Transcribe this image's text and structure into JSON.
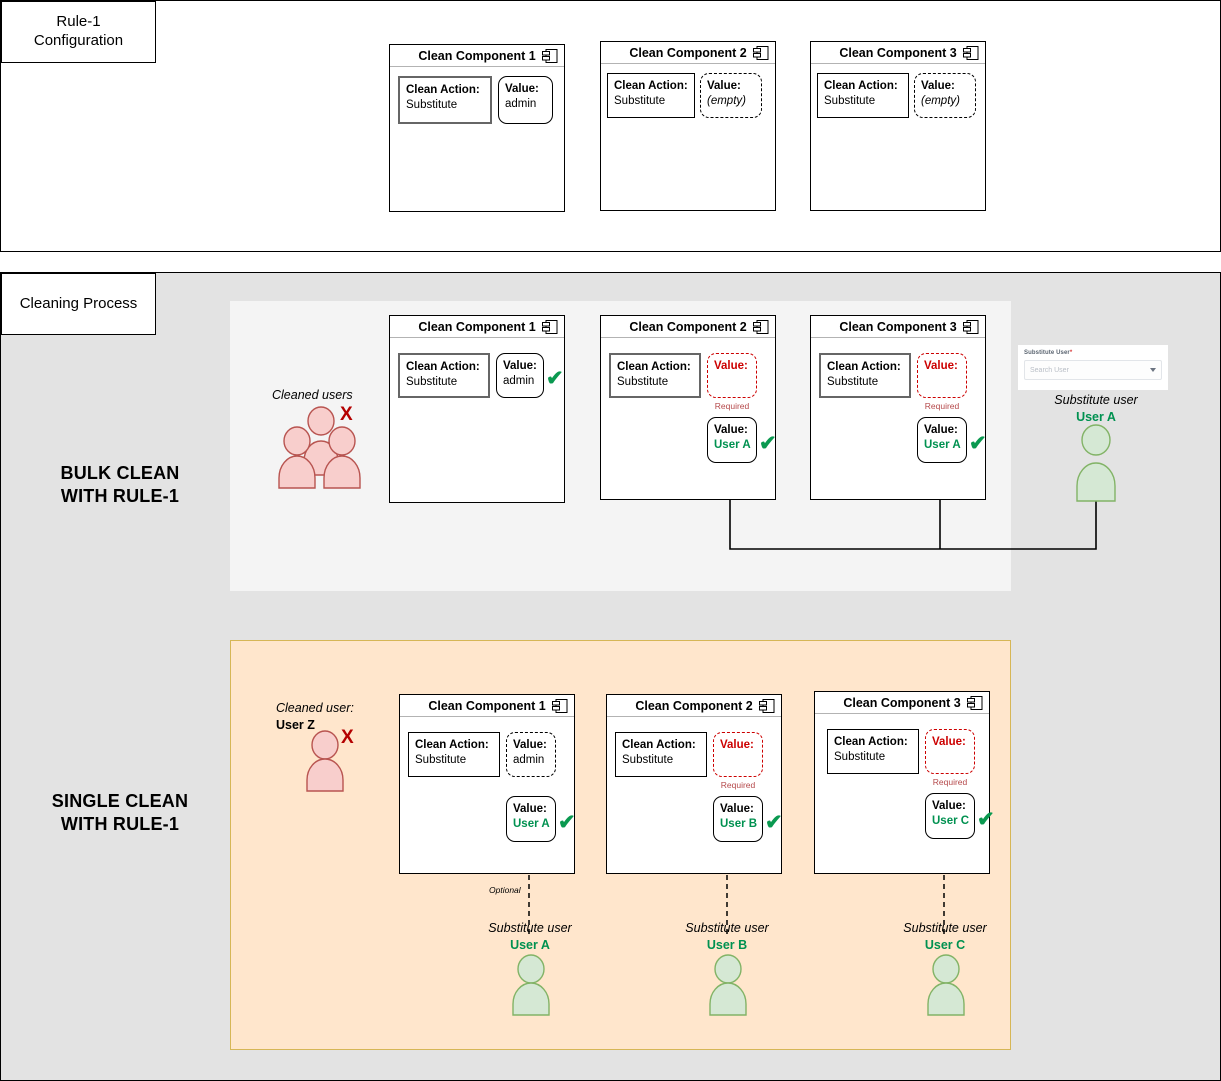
{
  "config_section": {
    "corner_label": "Rule-1\nConfiguration",
    "components": [
      {
        "title": "Clean Component 1",
        "action_label": "Clean Action:",
        "action_value": "Substitute",
        "value_label": "Value:",
        "value_value": "admin",
        "value_style": "solid"
      },
      {
        "title": "Clean Component 2",
        "action_label": "Clean Action:",
        "action_value": "Substitute",
        "value_label": "Value:",
        "value_value": "(empty)",
        "value_style": "dashed"
      },
      {
        "title": "Clean Component 3",
        "action_label": "Clean Action:",
        "action_value": "Substitute",
        "value_label": "Value:",
        "value_value": "(empty)",
        "value_style": "dashed"
      }
    ]
  },
  "process_section": {
    "corner_label": "Cleaning Process",
    "bulk": {
      "title": "BULK CLEAN\nWITH RULE-1",
      "cleaned_caption": "Cleaned users",
      "x_mark": "X",
      "components": [
        {
          "title": "Clean Component 1",
          "action_label": "Clean Action:",
          "action_value": "Substitute",
          "value_label": "Value:",
          "value_value": "admin",
          "check": "✔"
        },
        {
          "title": "Clean Component 2",
          "action_label": "Clean Action:",
          "action_value": "Substitute",
          "required_label": "Value:",
          "required_note": "Required",
          "resolved_label": "Value:",
          "resolved_value": "User A",
          "check": "✔"
        },
        {
          "title": "Clean Component 3",
          "action_label": "Clean Action:",
          "action_value": "Substitute",
          "required_label": "Value:",
          "required_note": "Required",
          "resolved_label": "Value:",
          "resolved_value": "User A",
          "check": "✔"
        }
      ],
      "selector": {
        "label": "Substitute User",
        "required_star": "*",
        "placeholder": "Search User"
      },
      "substitute_caption": "Substitute user",
      "substitute_name": "User A"
    },
    "single": {
      "title": "SINGLE CLEAN\nWITH RULE-1",
      "cleaned_caption": "Cleaned user:",
      "cleaned_name": "User Z",
      "x_mark": "X",
      "optional_note": "Optional",
      "components": [
        {
          "title": "Clean Component 1",
          "action_label": "Clean Action:",
          "action_value": "Substitute",
          "value_label": "Value:",
          "value_value": "admin",
          "resolved_label": "Value:",
          "resolved_value": "User A",
          "check": "✔"
        },
        {
          "title": "Clean Component 2",
          "action_label": "Clean Action:",
          "action_value": "Substitute",
          "required_label": "Value:",
          "required_note": "Required",
          "resolved_label": "Value:",
          "resolved_value": "User B",
          "check": "✔"
        },
        {
          "title": "Clean Component 3",
          "action_label": "Clean Action:",
          "action_value": "Substitute",
          "required_label": "Value:",
          "required_note": "Required",
          "resolved_label": "Value:",
          "resolved_value": "User C",
          "check": "✔"
        }
      ],
      "substitutes": [
        {
          "caption": "Substitute user",
          "name": "User A"
        },
        {
          "caption": "Substitute user",
          "name": "User B"
        },
        {
          "caption": "Substitute user",
          "name": "User C"
        }
      ]
    }
  },
  "colors": {
    "required_red": "#cc0000",
    "success_green": "#009150",
    "x_red": "#b40000",
    "panel_gray": "#e3e3e3",
    "subpanel_gray": "#f4f4f4",
    "subpanel_orange": "#ffe6cc",
    "subpanel_orange_border": "#d6b656",
    "person_pink_fill": "#f8cecc",
    "person_pink_stroke": "#b85450",
    "person_green_fill": "#d5e8d4",
    "person_green_stroke": "#82b366"
  }
}
